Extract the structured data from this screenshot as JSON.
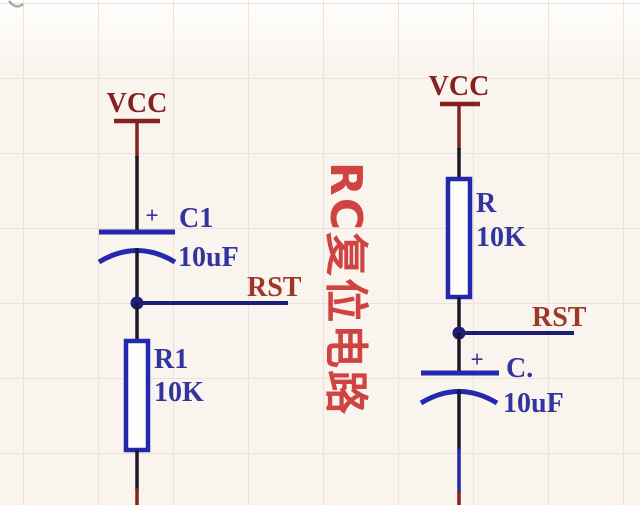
{
  "title": {
    "text": "RC复位电路"
  },
  "left_circuit": {
    "power_label": "VCC",
    "capacitor": {
      "plus": "+",
      "designator": "C1",
      "value": "10uF"
    },
    "net_label": "RST",
    "resistor": {
      "designator": "R1",
      "value": "10K"
    }
  },
  "right_circuit": {
    "power_label": "VCC",
    "resistor": {
      "designator": "R",
      "value": "10K"
    },
    "net_label": "RST",
    "capacitor": {
      "plus": "+",
      "designator": "C.",
      "value": "10uF"
    }
  },
  "colors": {
    "background": "#faf4ee",
    "grid_line": "#efe0dc",
    "power_red": "#85211f",
    "net_red": "#9c372a",
    "title_red": "#d04343",
    "symbol_blue": "#2328ae",
    "label_blue": "#34349e",
    "junction_navy": "#1c1e78",
    "wire_dark": "#191926"
  }
}
